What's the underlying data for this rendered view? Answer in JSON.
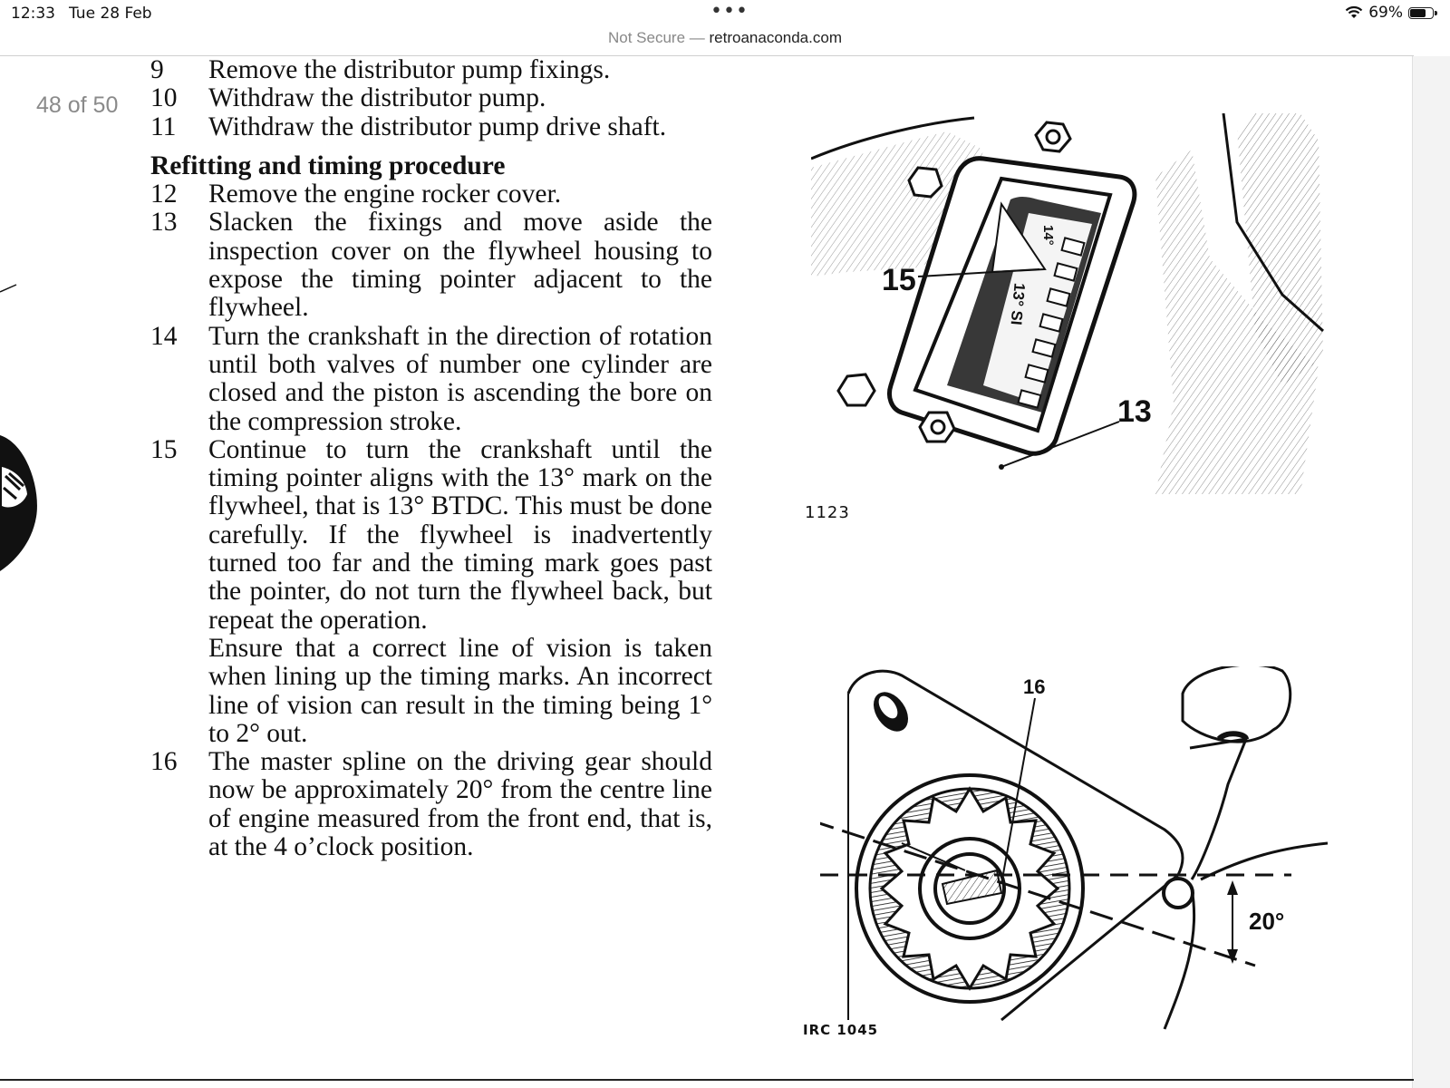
{
  "status_bar": {
    "time": "12:33",
    "date": "Tue 28 Feb",
    "wifi_icon": "wifi-icon",
    "battery_percent": "69%",
    "battery_level": 0.69
  },
  "address_bar": {
    "security": "Not Secure — ",
    "host": "retroanaconda.com"
  },
  "page_counter": "48 of 50",
  "document": {
    "items_top": [
      {
        "num": "9",
        "text": "Remove the distributor pump fixings."
      },
      {
        "num": "10",
        "text": "Withdraw the distributor pump."
      },
      {
        "num": "11",
        "text": "Withdraw the distributor pump drive shaft."
      }
    ],
    "heading": "Refitting and timing procedure",
    "items": [
      {
        "num": "12",
        "text": "Remove the engine rocker cover."
      },
      {
        "num": "13",
        "text": "Slacken the fixings and move aside the inspection cover on the flywheel housing to expose the timing pointer adjacent to the flywheel."
      },
      {
        "num": "14",
        "text": "Turn the crankshaft in the direction of rotation until both valves of number one cylinder are closed and the piston is ascending the bore on the compression stroke."
      },
      {
        "num": "15",
        "text": "Continue to turn the crankshaft until the timing pointer aligns with the 13° mark on the flywheel, that is 13° BTDC. This must be done carefully. If the flywheel is inadvertently turned too far and the timing mark goes past the pointer, do not turn the flywheel back, but repeat the operation."
      },
      {
        "num": "",
        "text": "Ensure that a correct line of vision is taken when lining up the timing marks. An incorrect line of vision can result in the timing being 1° to 2° out."
      },
      {
        "num": "16",
        "text": "The master spline on the driving gear should now be approximately 20° from the centre line of engine measured from the front end, that is, at the 4 o’clock position."
      }
    ]
  },
  "figure_top": {
    "label_pointer": "15",
    "label_cover": "13",
    "mark_14": "14°",
    "mark_13": "13° SI",
    "figure_number": "1123"
  },
  "figure_bottom": {
    "label_spline": "16",
    "angle": "20°",
    "figure_number": "IRC 1045"
  }
}
